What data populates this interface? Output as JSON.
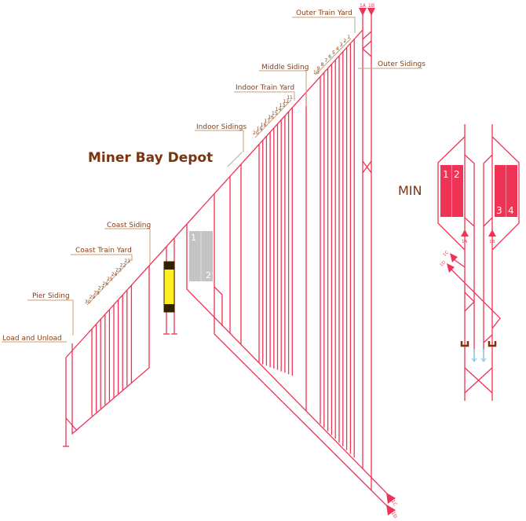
{
  "depot": {
    "title": "Miner Bay Depot",
    "labels": {
      "outer_train_yard": "Outer Train Yard",
      "outer_sidings": "Outer Sidings",
      "middle_siding": "Middle Siding",
      "indoor_train_yard": "Indoor Train Yard",
      "indoor_sidings": "Indoor Sidings",
      "coast_siding": "Coast Siding",
      "coast_train_yard": "Coast Train Yard",
      "pier_siding": "Pier Siding",
      "load_and_unload": "Load and Unload"
    },
    "outer_yard_tracks": [
      "10",
      "9",
      "8",
      "7",
      "6",
      "5",
      "4",
      "3",
      "2",
      "1"
    ],
    "indoor_yard_tracks": [
      "20",
      "19",
      "18",
      "17",
      "16",
      "15",
      "14",
      "13",
      "12",
      "11"
    ],
    "coast_yard_tracks": [
      "30",
      "29",
      "28",
      "27",
      "26",
      "25",
      "24",
      "23",
      "22",
      "21"
    ],
    "signals": {
      "a": "1A",
      "b": "1B",
      "c": "1C",
      "d": "1D"
    },
    "platform": {
      "left": "1",
      "right": "2"
    }
  },
  "min": {
    "title": "MIN",
    "platforms": [
      "1",
      "2",
      "3",
      "4"
    ],
    "signals": {
      "a": "1A",
      "b": "1B",
      "c": "1C",
      "d": "1D"
    }
  },
  "colors": {
    "track": "#ee3355",
    "label": "#8a3d12",
    "platform": "#ee3355",
    "inactive_platform": "#c4c4c4",
    "arrow": "#7fd0f0"
  }
}
